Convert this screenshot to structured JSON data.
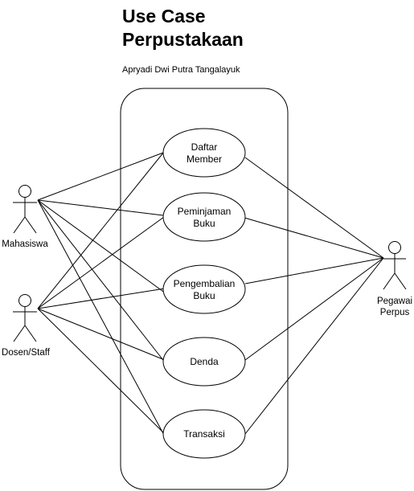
{
  "diagram": {
    "title_line1": "Use Case",
    "title_line2": "Perpustakaan",
    "author": "Apryadi Dwi Putra Tangalayuk",
    "use_cases": {
      "daftar_member": {
        "line1": "Daftar",
        "line2": "Member"
      },
      "peminjaman_buku": {
        "line1": "Peminjaman",
        "line2": "Buku"
      },
      "pengembalian_buku": {
        "line1": "Pengembalian",
        "line2": "Buku"
      },
      "denda": {
        "line1": "Denda"
      },
      "transaksi": {
        "line1": "Transaksi"
      }
    },
    "actors": {
      "mahasiswa": {
        "line1": "Mahasiswa"
      },
      "dosen_staff": {
        "line1": "Dosen/Staff"
      },
      "pegawai_perpus": {
        "line1": "Pegawai",
        "line2": "Perpus"
      }
    },
    "colors": {
      "stroke": "#000000",
      "background": "#ffffff"
    }
  }
}
